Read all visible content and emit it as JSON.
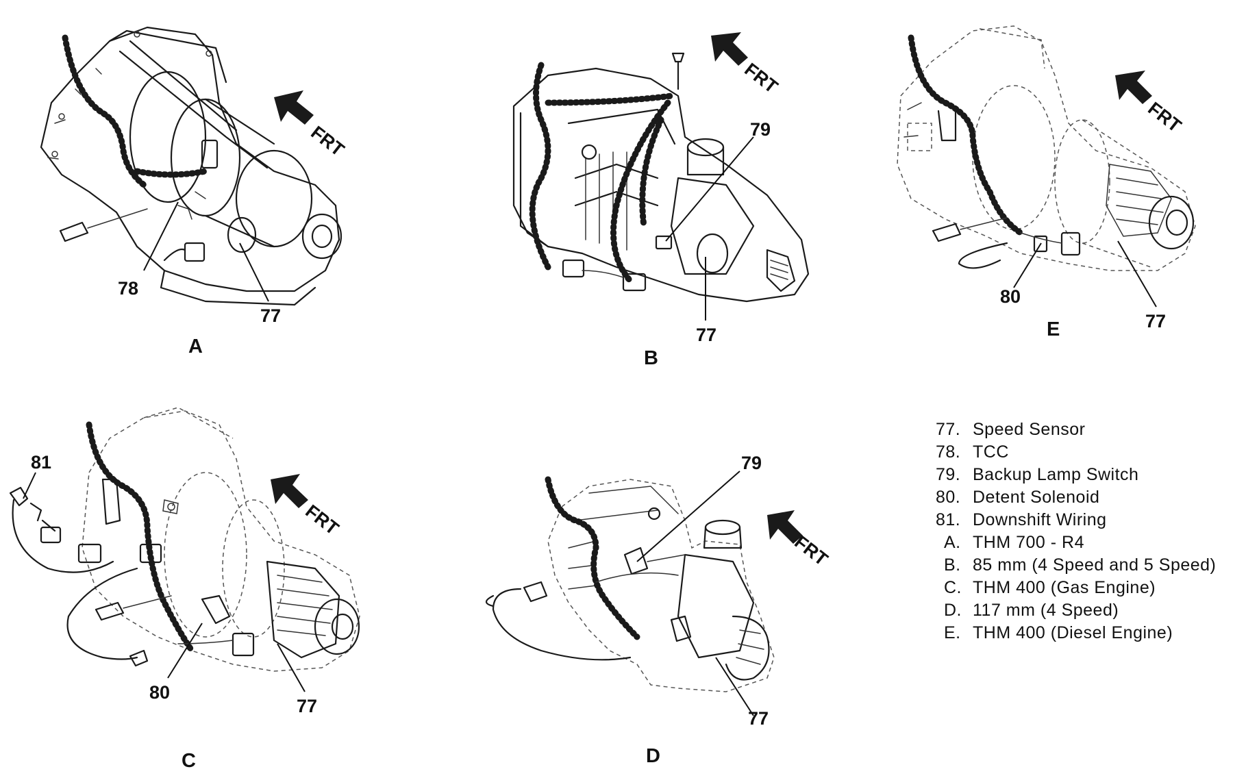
{
  "panels": {
    "a": {
      "letter": "A",
      "callouts": [
        "78",
        "77"
      ]
    },
    "b": {
      "letter": "B",
      "callouts": [
        "79",
        "77"
      ]
    },
    "c": {
      "letter": "C",
      "callouts": [
        "81",
        "80",
        "77"
      ]
    },
    "d": {
      "letter": "D",
      "callouts": [
        "79",
        "77"
      ]
    },
    "e": {
      "letter": "E",
      "callouts": [
        "80",
        "77"
      ]
    }
  },
  "direction_label": "FRT",
  "legend": [
    {
      "key": "77.",
      "text": "Speed Sensor"
    },
    {
      "key": "78.",
      "text": "TCC"
    },
    {
      "key": "79.",
      "text": "Backup Lamp Switch"
    },
    {
      "key": "80.",
      "text": "Detent Solenoid"
    },
    {
      "key": "81.",
      "text": "Downshift Wiring"
    },
    {
      "key": "A.",
      "text": "THM 700 - R4"
    },
    {
      "key": "B.",
      "text": "85 mm (4 Speed and 5 Speed)"
    },
    {
      "key": "C.",
      "text": "THM 400 (Gas Engine)"
    },
    {
      "key": "D.",
      "text": "117 mm (4 Speed)"
    },
    {
      "key": "E.",
      "text": "THM 400 (Diesel Engine)"
    }
  ]
}
